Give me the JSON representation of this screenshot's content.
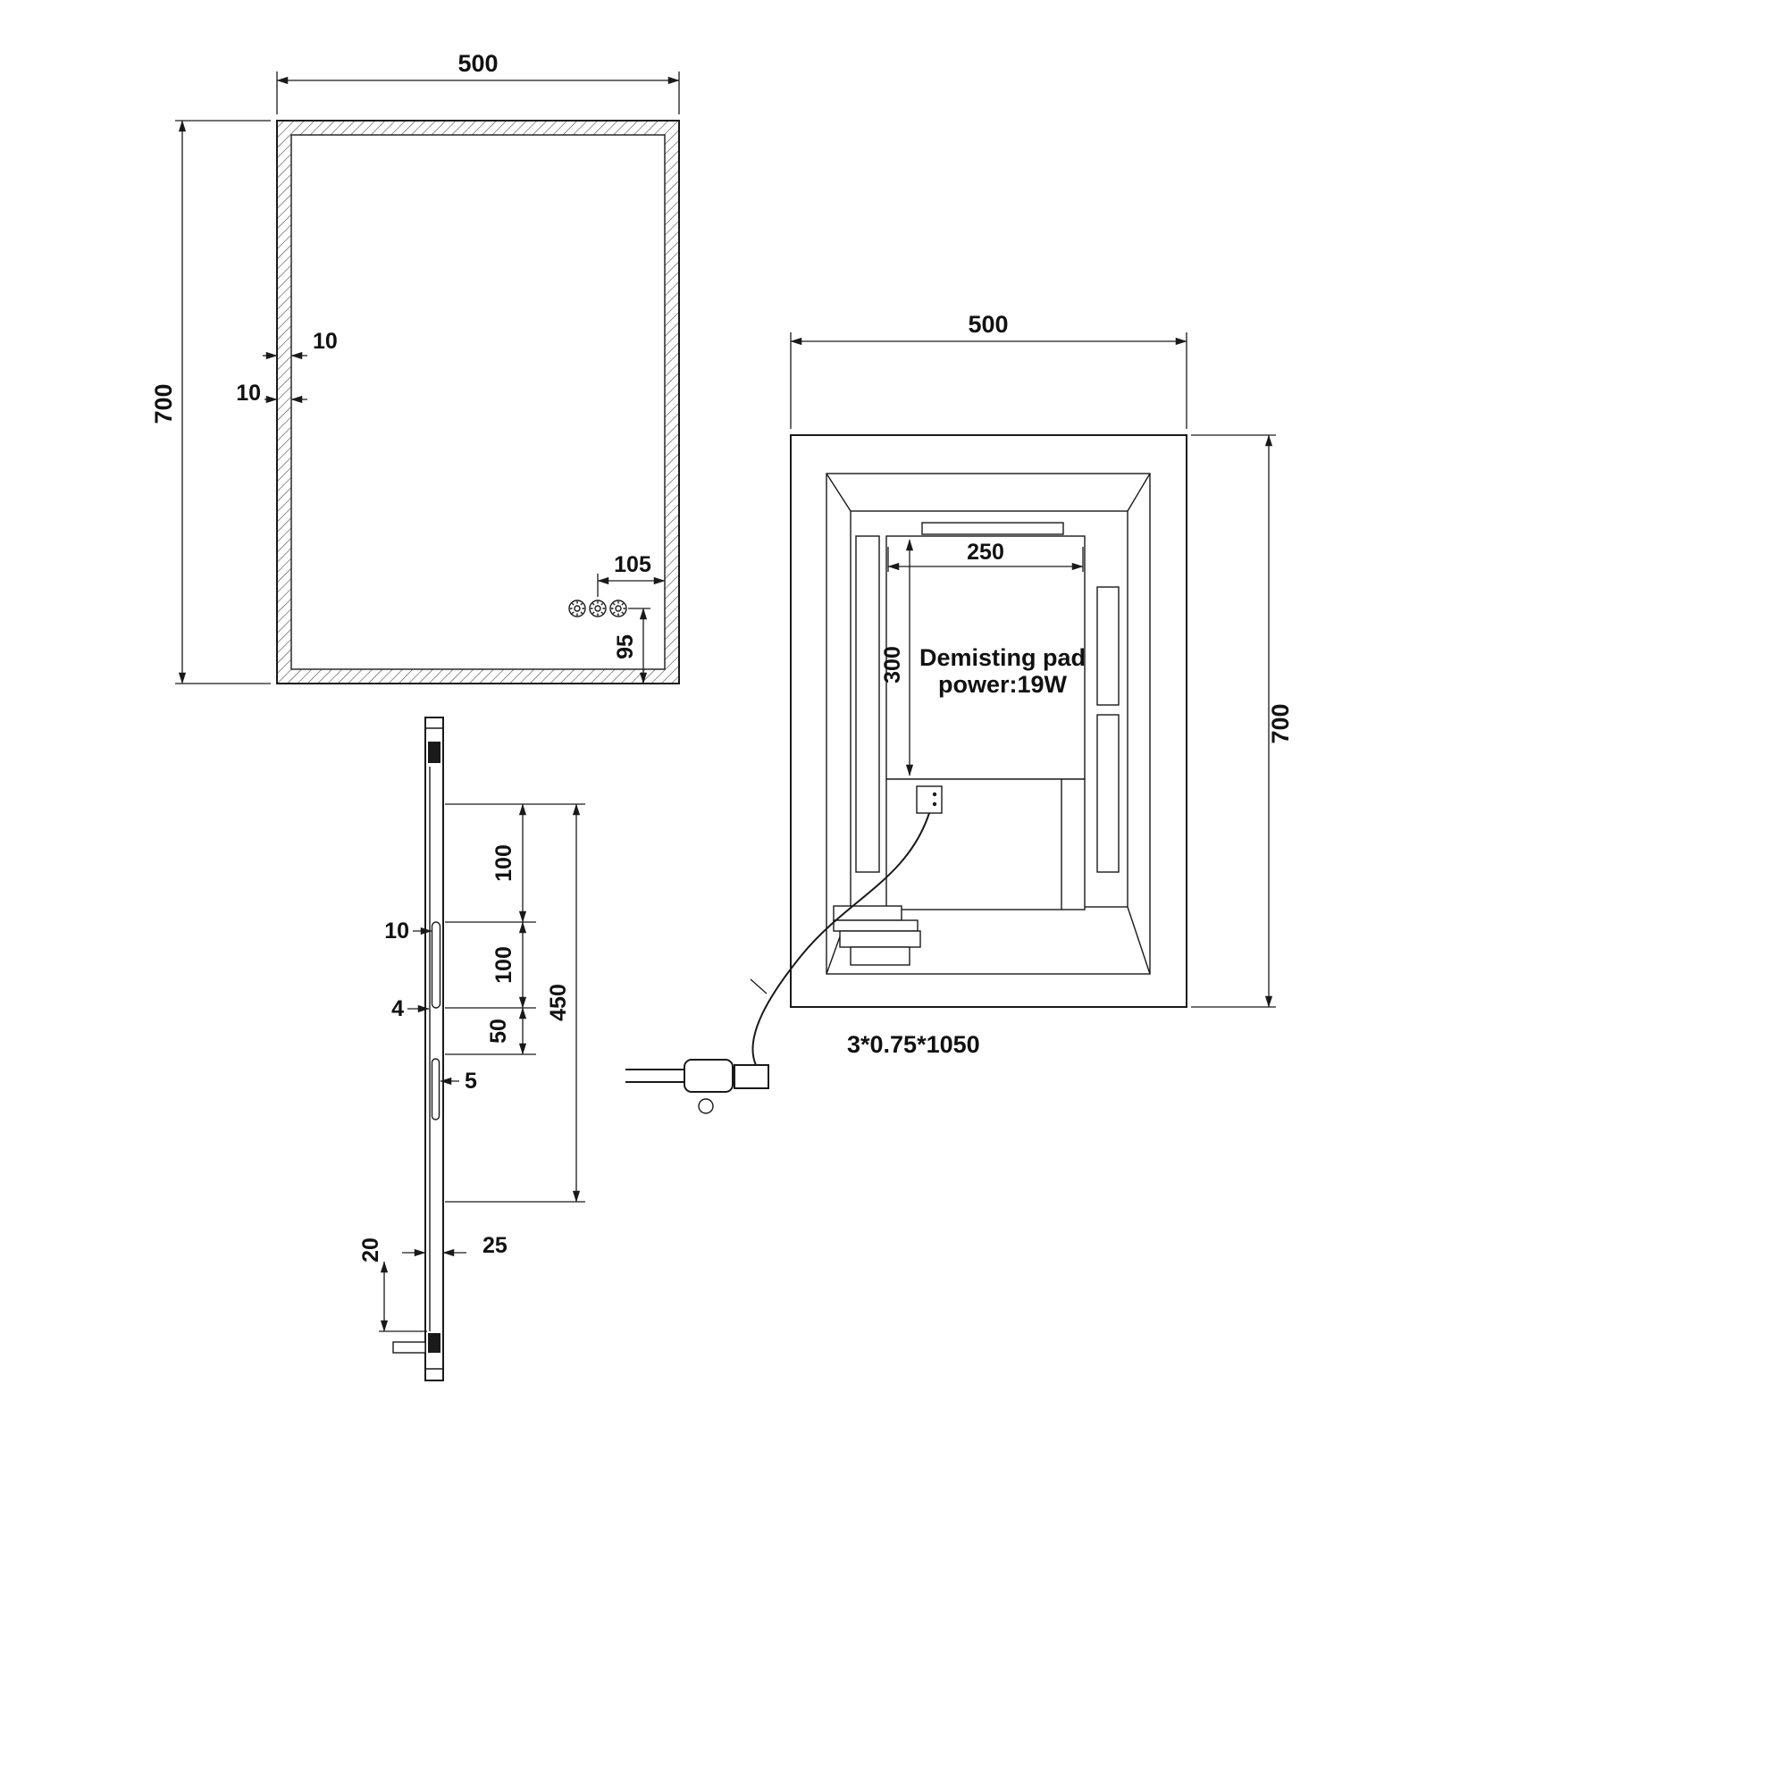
{
  "front_view": {
    "dim_width": "500",
    "dim_height": "700",
    "dim_frame_h": "10",
    "dim_frame_v": "10",
    "dim_sensor_offset_x": "105",
    "dim_sensor_offset_y": "95"
  },
  "side_view": {
    "dim_upper": "100",
    "dim_slot": "100",
    "dim_lower": "50",
    "dim_bracket_span": "450",
    "dim_slot_width": "10",
    "dim_lip": "4",
    "dim_slot2_width": "5",
    "dim_bottom": "20",
    "dim_depth": "25"
  },
  "back_view": {
    "dim_width": "500",
    "dim_height": "700",
    "dim_pad_width": "250",
    "dim_pad_height": "300",
    "pad_label_line1": "Demisting pad",
    "pad_label_line2": "power:19W",
    "cable_label": "3*0.75*1050"
  }
}
